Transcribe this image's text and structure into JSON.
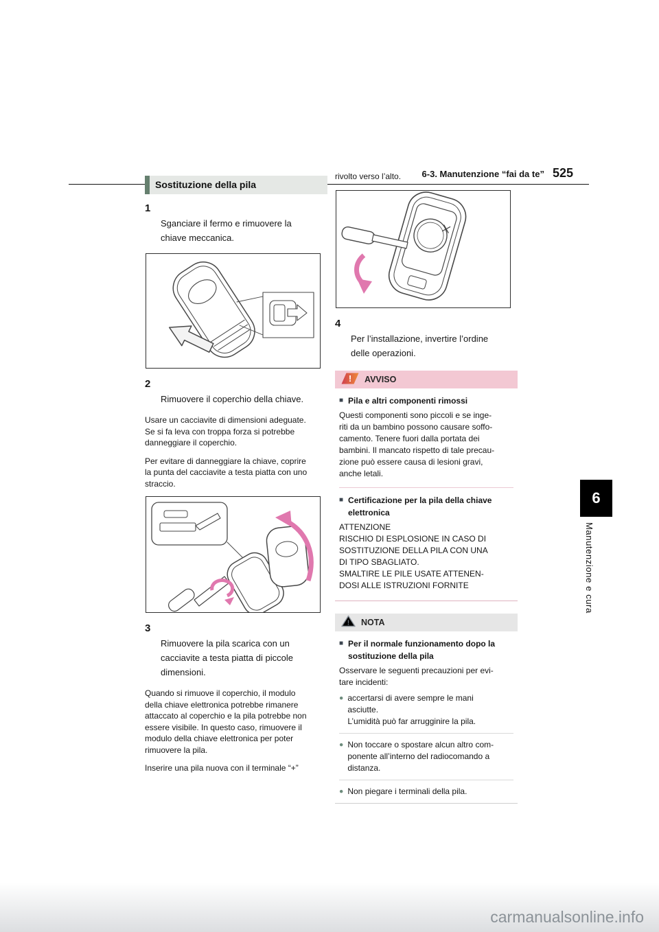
{
  "page": {
    "number": "525",
    "section_title": "6-3. Manutenzione “fai da te”",
    "chapter_number": "6",
    "chapter_label": "Manutenzione e cura",
    "watermark": "carmanualsonline.info"
  },
  "glyphs": {
    "square": "■",
    "bullet": "●"
  },
  "heading": "Sostituzione della pila",
  "steps": [
    {
      "num": "1",
      "text": "Sganciare il fermo e rimuovere la\nchiave meccanica."
    },
    {
      "num": "2",
      "text": "Rimuovere il coperchio della chiave."
    },
    {
      "num": "3",
      "text": "Rimuovere la pila scarica con un\ncacciavite a testa piatta di piccole\ndimensioni."
    },
    {
      "num": "4",
      "text": "Per l’installazione, invertire l’ordine\ndelle operazioni."
    }
  ],
  "notes": {
    "step2_a": "Usare un cacciavite di dimensioni adeguate.\nSe si fa leva con troppa forza si potrebbe\ndanneggiare il coperchio.",
    "step2_b": "Per evitare di danneggiare la chiave, coprire\nla punta del cacciavite a testa piatta con uno\nstraccio.",
    "step3_a": "Quando si rimuove il coperchio, il modulo\ndella chiave elettronica potrebbe rimanere\nattaccato al coperchio e la pila potrebbe non\nessere visibile. In questo caso, rimuovere il\nmodulo della chiave elettronica per poter\nrimuovere la pila.",
    "step3_b": "Inserire una pila nuova con il terminale “+”",
    "continuation": "rivolto verso l’alto."
  },
  "avviso": {
    "title": "AVVISO",
    "items": [
      {
        "heading": "Pila e altri componenti rimossi",
        "body": "Questi componenti sono piccoli e se inge-\nriti da un bambino possono causare soffo-\ncamento. Tenere fuori dalla portata dei\nbambini. Il mancato rispetto di tale precau-\nzione può essere causa di lesioni gravi,\nanche letali."
      },
      {
        "heading": "Certificazione per la pila della chiave\nelettronica",
        "body": "ATTENZIONE\nRISCHIO DI ESPLOSIONE IN CASO DI\nSOSTITUZIONE DELLA PILA CON UNA\nDI TIPO SBAGLIATO.\nSMALTIRE LE PILE USATE ATTENEN-\nDOSI ALLE ISTRUZIONI FORNITE"
      }
    ]
  },
  "nota": {
    "title": "NOTA",
    "heading": "Per il normale funzionamento dopo la\nsostituzione della pila",
    "intro": "Osservare le seguenti precauzioni per evi-\ntare incidenti:",
    "bullets": [
      "accertarsi di avere sempre le mani\nasciutte.\nL’umidità può far arrugginire la pila.",
      "Non toccare o spostare alcun altro com-\nponente all’interno del radiocomando a\ndistanza.",
      "Non piegare i terminali della pila."
    ]
  },
  "colors": {
    "accent_green": "#66806f",
    "avviso_header": "#f3c8d3",
    "nota_header": "#e6e6e6",
    "arrow_pink": "#e078ae"
  }
}
